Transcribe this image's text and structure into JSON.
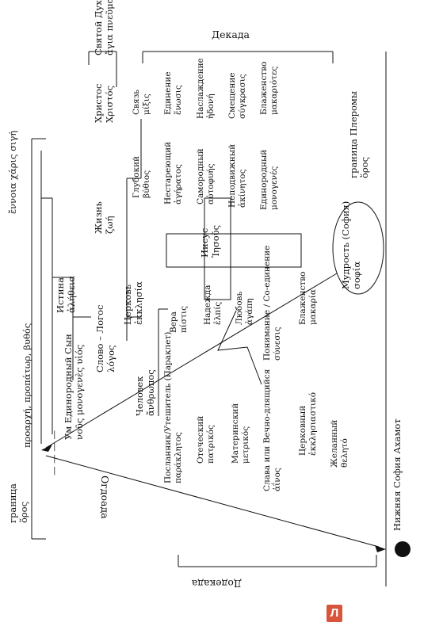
{
  "labels": {
    "dekada": "Декада",
    "ogdoada": "Огдоада",
    "dodekada": "Додекада",
    "bythos": "προαρχή, προπάτωρ, βυθός",
    "ennoia": "ἔννοια χάρις σιγή",
    "granitsa_horos": "граница\nὅρος",
    "dashes": "— — — —",
    "um": "Ум Единородный Сын\nνοῦς μονογενὲς υἱός",
    "istina": "Истина\nἀλήθεια",
    "slovo": "Слово – Логос\nλόγος",
    "zhizn": "Жизнь\nζωή",
    "chelovek": "Человек\nἄνθρωπος",
    "tserkov": "Церковь\nἐκκλησία",
    "khristos": "Христос\nΧριστός",
    "svyatoy_dukh": "Святой Дух\nἄγια πνεῦμα",
    "glubokiy": "Глубокий\nβύθιος",
    "svyaz": "Связь\nμίξις",
    "nestareyushchiy": "Нестареющий\nἀγήρατος",
    "edinenie": "Единение\nἕνωσις",
    "samorodny": "Самородный\nαὐτοφυής",
    "naslazhdenie": "Наслаждение\nἡδονή",
    "nepodvizhny": "Неподвижный\nἀκίνητος",
    "smeshchenie": "Смещение\nσύγκρασις",
    "edinorodny": "Единородный\nμονογενές",
    "blazhenstvo_1": "Блаженство\nμακαριότες",
    "granitsa_pleromy": "граница Плеромы\nὅρος",
    "isus": "Иисус\nἸησοῦς",
    "poslannik": "Посланник/Утешитель (Параклет)\nπαράκλητος",
    "vera": "Вера\nπίστις",
    "otecheskiy": "Отеческий\nπατρικός",
    "nadezhda": "Надежда\nἐλπίς",
    "materinskiy": "Материнский\nμετρικός",
    "lyubov": "Любовь\nἀγάπη",
    "slava": "Слава или Вечно-длящийся\nἀΐνος",
    "ponimanie": "Понимание / Со-единение\nσύνεσις",
    "tserkovny": "Церковный\nἐκκλησιαστικό",
    "blazhenstvo_2": "Блаженство\nμακαρία",
    "zhelanny": "Желанный\nθελητό",
    "mudrost": "Мудрость (София)\nσοφία",
    "nizhnyaya_sofia": "Нижняя София Ахамот"
  },
  "colors": {
    "ink": "#111111",
    "badge": "#d8553c",
    "background": "#ffffff"
  },
  "publisher_badge": "Л"
}
